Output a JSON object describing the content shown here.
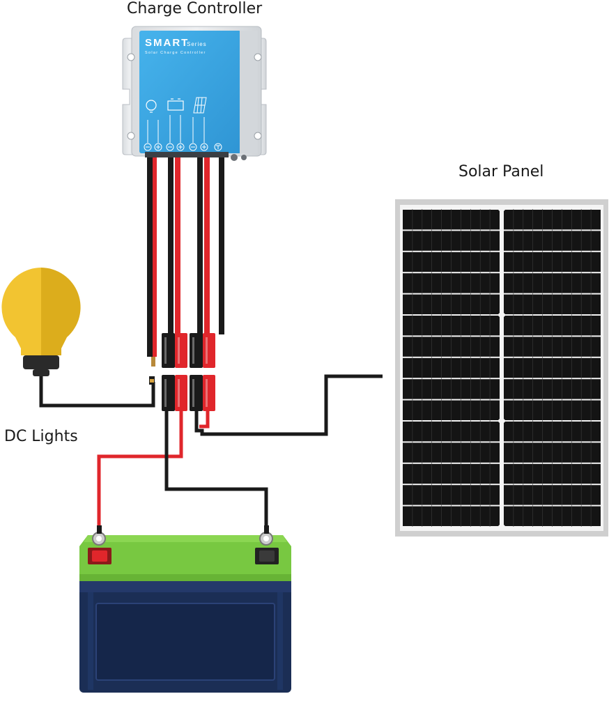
{
  "labels": {
    "charge_controller": "Charge Controller",
    "solar_panel": "Solar Panel",
    "dc_lights": "DC Lights"
  },
  "controller": {
    "brand": "SMART",
    "series": "Series",
    "subtitle": "Solar Charge Controller",
    "body_color": "#3aa6e2",
    "frame_color": "#e4e6e8"
  },
  "battery": {
    "top_color": "#78c841",
    "body_color": "#1b2e55"
  },
  "bulb": {
    "glass_color": "#f2c431",
    "shade_color": "#dcad1c",
    "base_color": "#2a2a2a"
  },
  "wires": {
    "positive_color": "#e0262b",
    "negative_color": "#1a1a1a"
  },
  "panel": {
    "frame_color": "#cfcfcf",
    "cell_color": "#141414"
  },
  "icons": [
    "light-bulb-icon",
    "battery-icon",
    "solar-panel-icon"
  ]
}
